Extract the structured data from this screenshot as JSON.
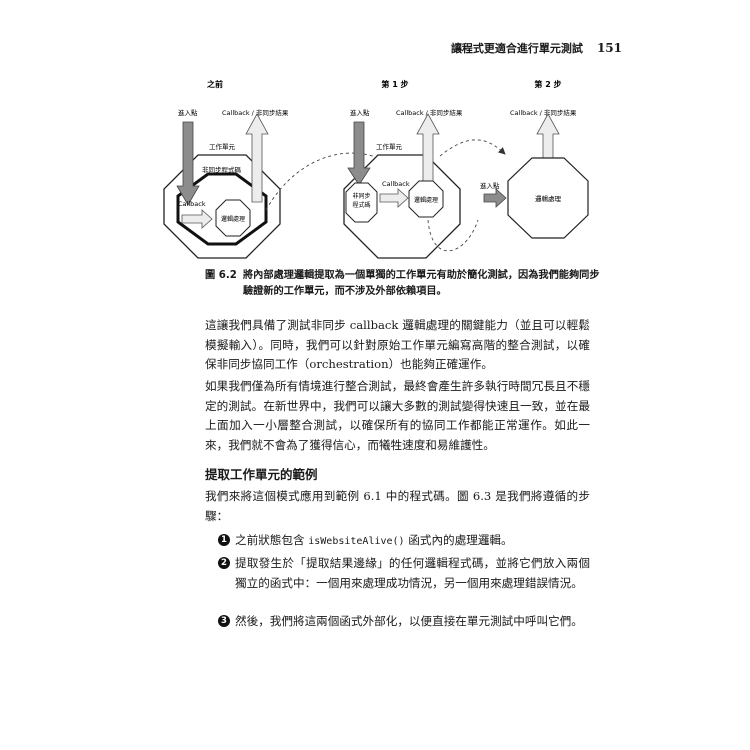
{
  "running_head": {
    "title": "讓程式更適合進行單元測試",
    "page_number": "151"
  },
  "figure": {
    "panel_titles": [
      "之前",
      "第 1 步",
      "第 2 步"
    ],
    "labels": {
      "entry": "進入點",
      "callback_result": "Callback / 非同步結果",
      "work_unit": "工作單元",
      "async_code": "非同步程式碼",
      "callback": "Callback",
      "logic": "邏輯處理",
      "async_code_line1": "非同步",
      "async_code_line2": "程式碼"
    },
    "caption_label": "圖 6.2",
    "caption_text": "將內部處理邏輯提取為一個單獨的工作單元有助於簡化測試，因為我們能夠同步驗證新的工作單元，而不涉及外部依賴項目。"
  },
  "paragraphs": [
    "這讓我們具備了測試非同步 callback 邏輯處理的關鍵能力（並且可以輕鬆模擬輸入）。同時，我們可以針對原始工作單元編寫高階的整合測試，以確保非同步協同工作（orchestration）也能夠正確運作。",
    "如果我們僅為所有情境進行整合測試，最終會產生許多執行時間冗長且不穩定的測試。在新世界中，我們可以讓大多數的測試變得快速且一致，並在最上面加入一小層整合測試，以確保所有的協同工作都能正常運作。如此一來，我們就不會為了獲得信心，而犧牲速度和易維護性。"
  ],
  "section_heading": "提取工作單元的範例",
  "intro": "我們來將這個模式應用到範例 6.1 中的程式碼。圖 6.3 是我們將遵循的步驟：",
  "steps": [
    {
      "num": "1",
      "before": "之前狀態包含 ",
      "code": "isWebsiteAlive()",
      "after": " 函式內的處理邏輯。"
    },
    {
      "num": "2",
      "text": "提取發生於「提取結果邊緣」的任何邏輯程式碼，並將它們放入兩個獨立的函式中：一個用來處理成功情況，另一個用來處理錯誤情況。"
    },
    {
      "num": "3",
      "text": "然後，我們將這兩個函式外部化，以便直接在單元測試中呼叫它們。"
    }
  ]
}
